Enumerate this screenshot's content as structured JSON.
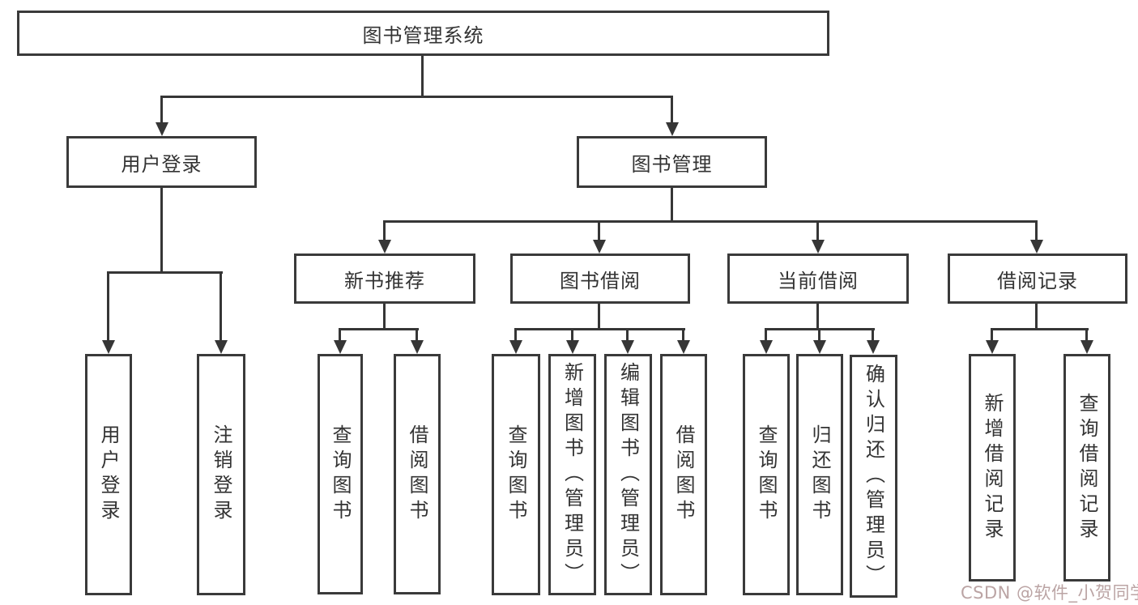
{
  "diagram": {
    "root": {
      "label": "图书管理系统"
    },
    "branches": [
      {
        "label": "用户登录",
        "children": [
          {
            "label": "用户登录"
          },
          {
            "label": "注销登录"
          }
        ]
      },
      {
        "label": "图书管理",
        "children": [
          {
            "label": "新书推荐",
            "children": [
              {
                "label": "查询图书"
              },
              {
                "label": "借阅图书"
              }
            ]
          },
          {
            "label": "图书借阅",
            "children": [
              {
                "label": "查询图书"
              },
              {
                "label": "新增图书（管理员）"
              },
              {
                "label": "编辑图书（管理员）"
              },
              {
                "label": "借阅图书"
              }
            ]
          },
          {
            "label": "当前借阅",
            "children": [
              {
                "label": "查询图书"
              },
              {
                "label": "归还图书"
              },
              {
                "label": "确认归还（管理员）"
              }
            ]
          },
          {
            "label": "借阅记录",
            "children": [
              {
                "label": "新增借阅记录"
              },
              {
                "label": "查询借阅记录"
              }
            ]
          }
        ]
      }
    ]
  },
  "watermark": {
    "text": "CSDN @软件_小贺同学"
  },
  "colors": {
    "line": "#363636",
    "box_border": "#3a3a3a",
    "text": "#333333",
    "watermark": "#bba4a4",
    "background": "#ffffff"
  }
}
